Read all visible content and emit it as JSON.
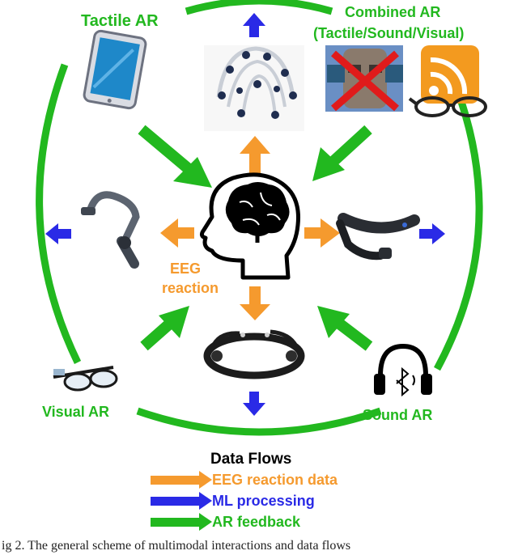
{
  "labels": {
    "tactile_ar": "Tactile AR",
    "combined_ar_line1": "Combined AR",
    "combined_ar_line2": "(Tactile/Sound/Visual)",
    "eeg_line1": "EEG",
    "eeg_line2": "reaction",
    "visual_ar": "Visual AR",
    "sound_ar": "Sound AR"
  },
  "legend": {
    "title": "Data Flows",
    "items": [
      {
        "label": "EEG reaction data",
        "color": "#f59a2e"
      },
      {
        "label": "ML processing",
        "color": "#2a2ae6"
      },
      {
        "label": "AR feedback",
        "color": "#22b81f"
      }
    ]
  },
  "colors": {
    "ar_feedback": "#22b81f",
    "eeg_data": "#f59a2e",
    "ml_processing": "#2a2ae6"
  },
  "icons": [
    "tablet-icon",
    "eeg-cap-icon",
    "crossed-face-icon",
    "rss-glasses-icon",
    "head-brain-icon",
    "eeg-headband-icon",
    "neckband-headset-icon",
    "smart-glasses-icon",
    "emotiv-headset-icon",
    "bluetooth-headphones-icon"
  ],
  "caption": "ig 2. The general scheme of multimodal interactions and data flows"
}
